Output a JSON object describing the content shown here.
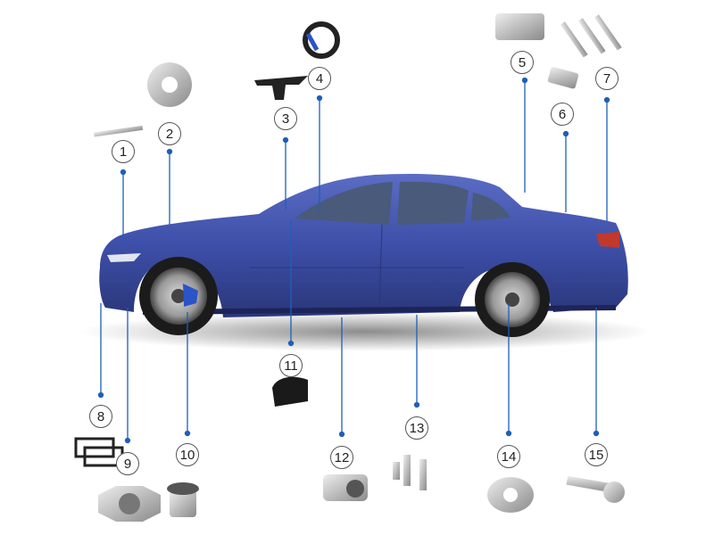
{
  "colors": {
    "car_body": "#3d4fa8",
    "leader_line": "#1f5fb8",
    "label_border": "#555555"
  },
  "callouts": [
    {
      "number": "1",
      "part": "pin"
    },
    {
      "number": "2",
      "part": "machined-flange"
    },
    {
      "number": "3",
      "part": "paddle-shifter"
    },
    {
      "number": "4",
      "part": "steering-wheel-ring"
    },
    {
      "number": "5",
      "part": "door-hinge"
    },
    {
      "number": "6",
      "part": "pipe-fitting"
    },
    {
      "number": "7",
      "part": "shafts"
    },
    {
      "number": "8",
      "part": "license-plate-frame"
    },
    {
      "number": "9",
      "part": "wheel-hub-bearing"
    },
    {
      "number": "10",
      "part": "hub-spindle"
    },
    {
      "number": "11",
      "part": "carbon-mirror-cap"
    },
    {
      "number": "12",
      "part": "gear-hub"
    },
    {
      "number": "13",
      "part": "bolts"
    },
    {
      "number": "14",
      "part": "flange-plate"
    },
    {
      "number": "15",
      "part": "drive-shaft"
    }
  ]
}
